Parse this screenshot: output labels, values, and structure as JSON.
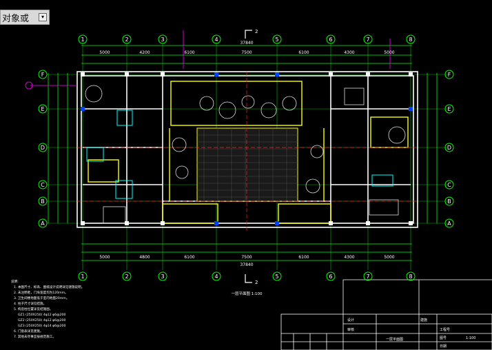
{
  "toolbar": {
    "partial_label": "对象或",
    "dropdown_icon": "dropdown-arrow-icon"
  },
  "drawing": {
    "overall_width": "37840",
    "top_dimensions": [
      "5000",
      "4200",
      "6100",
      "7500",
      "6100",
      "4300",
      "5000"
    ],
    "bottom_dimensions": [
      "5000",
      "4800",
      "6100",
      "7500",
      "6100",
      "4300",
      "5000"
    ],
    "axes_numbers": [
      "1",
      "2",
      "3",
      "4",
      "5",
      "6",
      "7",
      "8"
    ],
    "axes_letters": [
      "F",
      "E",
      "D",
      "C",
      "B",
      "A"
    ],
    "section_mark": "2",
    "plan_title": "一层平面图 1:100",
    "notes_header": "说明:",
    "notes": [
      "1. 本图尺寸、标高、图纸设计说明详见建施说明。",
      "2. 未注明者，门垛宽度均为120mm。",
      "3. 卫生间楼地面低于室内地面20mm。",
      "4. 柱子尺寸详见结施。",
      "5. 构造柱位置详见结施图。",
      "GZ1 (250X250)  4φ12  φ6@200",
      "GZ2 (250X250)  4φ12  φ6@200",
      "GZ3 (250X250)  4φ14  φ6@200",
      "6. 门窗表详见建施。",
      "7. 其他未尽事宜按规范施工。"
    ],
    "title_block": {
      "design": "设计",
      "check": "审核",
      "project_no": "工程号",
      "drawing_no": "图号",
      "date": "日期",
      "scale": "1:100",
      "sheet": "建施",
      "title": "一层平面图"
    }
  }
}
